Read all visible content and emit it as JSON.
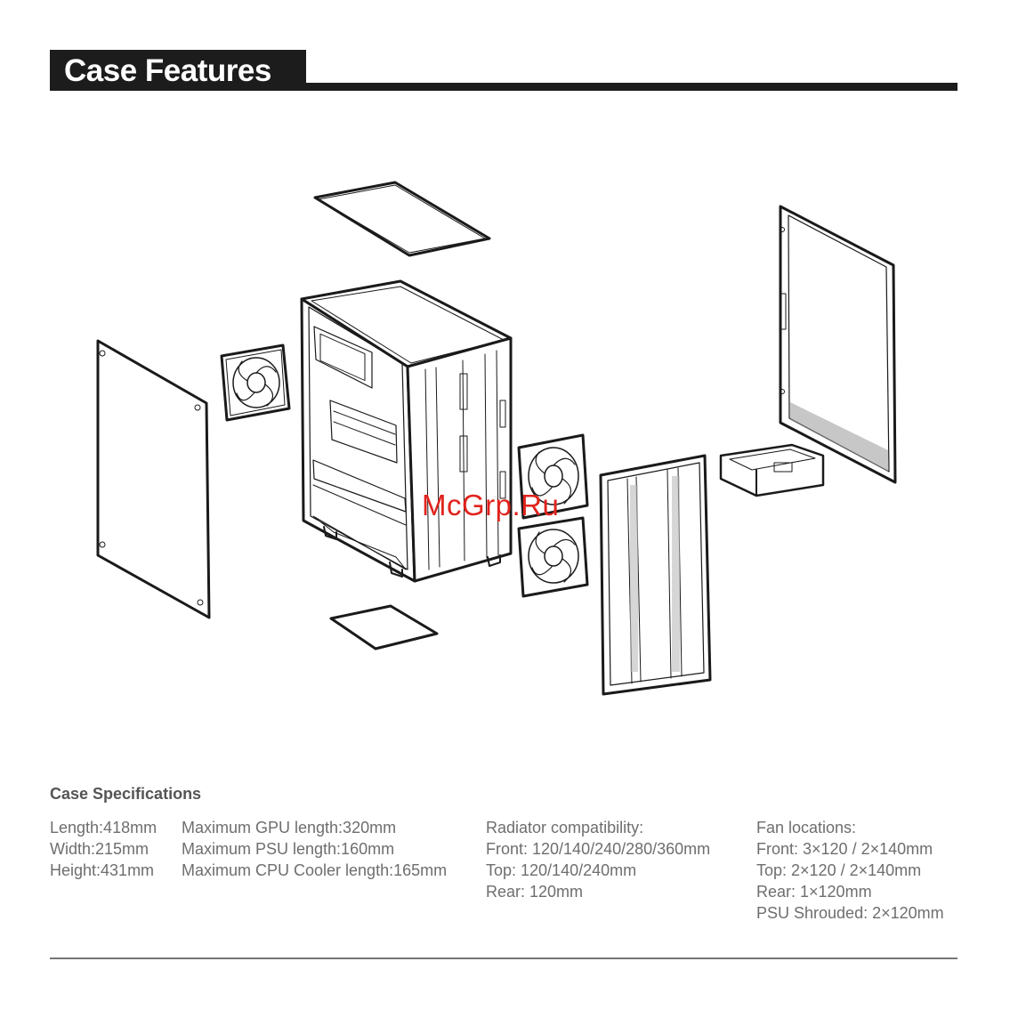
{
  "header": {
    "title": "Case Features"
  },
  "watermark": "McGrp.Ru",
  "specs": {
    "heading": "Case Specifications",
    "dimensions": [
      "Length:418mm",
      "Width:215mm",
      "Height:431mm"
    ],
    "lengths": [
      "Maximum GPU length:320mm",
      "Maximum PSU length:160mm",
      "Maximum CPU Cooler length:165mm"
    ],
    "radiator": [
      "Radiator compatibility:",
      "Front: 120/140/240/280/360mm",
      "Top: 120/140/240mm",
      "Rear: 120mm"
    ],
    "fans": [
      "Fan locations:",
      "Front: 3×120 / 2×140mm",
      "Top: 2×120 / 2×140mm",
      "Rear: 1×120mm",
      "PSU Shrouded: 2×120mm"
    ]
  }
}
